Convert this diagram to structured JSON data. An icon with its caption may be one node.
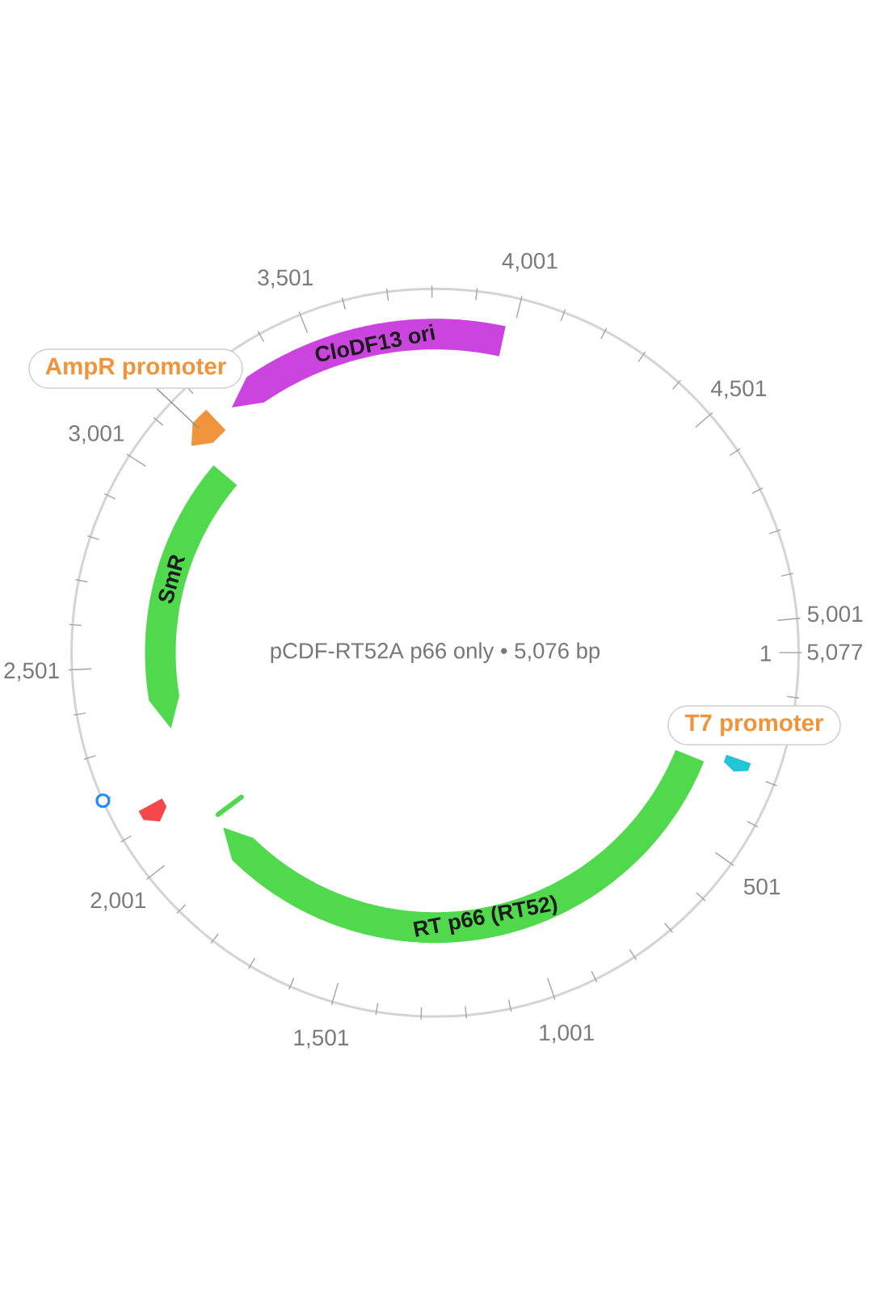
{
  "diagram": {
    "title": "pCDF-RT52A p66 only • 5,076 bp",
    "nodes": [
      {
        "text": [
          "CloDF13 ori"
        ]
      },
      {
        "text": [
          "AmpR promoter"
        ]
      },
      {
        "text": [],
        "shape": "arc"
      },
      {
        "text": [
          "SmR"
        ]
      },
      {
        "text": [
          "T7 promoter"
        ]
      },
      {
        "text": [],
        "shape": "arc"
      },
      {
        "text": [],
        "shape": "arc"
      },
      {
        "text": [],
        "shape": "bar"
      },
      {
        "text": [
          "RT p66 (RT52)"
        ]
      }
    ],
    "edges": [
      {
        "from": 1,
        "to": 2,
        "arrow": "none"
      }
    ],
    "labels": [
      "4,001",
      "3,501",
      "4,501",
      "3,001",
      "5,001",
      "1",
      "5,077",
      "2,501",
      "501",
      "2,001",
      "1,001",
      "1,501"
    ]
  }
}
